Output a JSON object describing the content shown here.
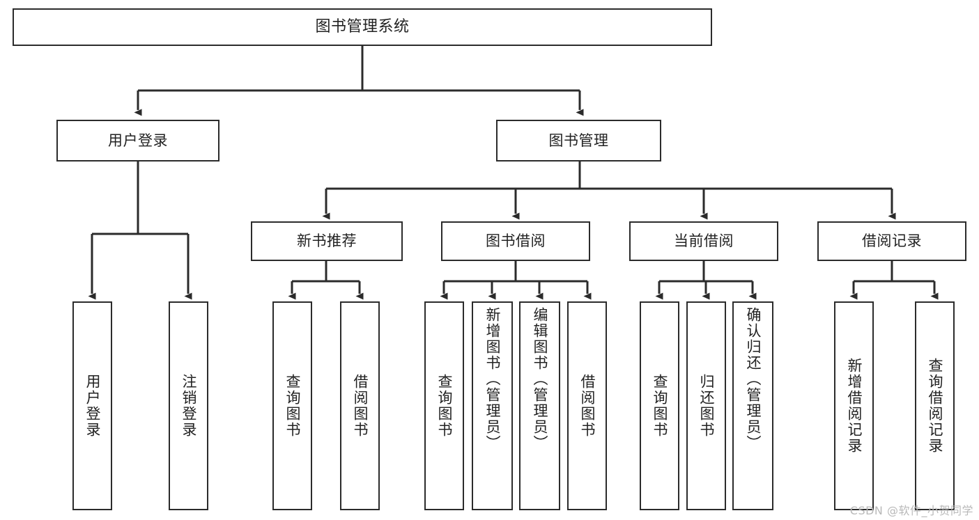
{
  "diagram": {
    "title": "图书管理系统",
    "type": "tree",
    "colors": {
      "box_border": "#2b2b2b",
      "box_fill": "#ffffff",
      "connector": "#2b2b2b",
      "text": "#222222",
      "watermark": "#b9b9b9",
      "background": "#ffffff"
    },
    "root": {
      "id": "root",
      "label": "图书管理系统"
    },
    "level2": [
      {
        "id": "user-login",
        "label": "用户登录"
      },
      {
        "id": "book-manage",
        "label": "图书管理"
      }
    ],
    "level3": [
      {
        "id": "new-book-recommend",
        "label": "新书推荐",
        "parent": "book-manage"
      },
      {
        "id": "book-borrow",
        "label": "图书借阅",
        "parent": "book-manage"
      },
      {
        "id": "current-borrow",
        "label": "当前借阅",
        "parent": "book-manage"
      },
      {
        "id": "borrow-record",
        "label": "借阅记录",
        "parent": "book-manage"
      }
    ],
    "leaves": {
      "user_login": [
        {
          "id": "leaf-user-login",
          "label": "用户登录"
        },
        {
          "id": "leaf-user-logout",
          "label": "注销登录"
        }
      ],
      "new_book_recommend": [
        {
          "id": "leaf-query-book-1",
          "label": "查询图书"
        },
        {
          "id": "leaf-borrow-book-1",
          "label": "借阅图书"
        }
      ],
      "book_borrow": [
        {
          "id": "leaf-query-book-2",
          "label": "查询图书"
        },
        {
          "id": "leaf-add-book",
          "label": "新增图书（管理员）"
        },
        {
          "id": "leaf-edit-book",
          "label": "编辑图书（管理员）"
        },
        {
          "id": "leaf-borrow-book-2",
          "label": "借阅图书"
        }
      ],
      "current_borrow": [
        {
          "id": "leaf-query-book-3",
          "label": "查询图书"
        },
        {
          "id": "leaf-return-book",
          "label": "归还图书"
        },
        {
          "id": "leaf-confirm-return",
          "label": "确认归还（管理员）"
        }
      ],
      "borrow_record": [
        {
          "id": "leaf-add-borrow-record",
          "label": "新增借阅记录"
        },
        {
          "id": "leaf-query-borrow-record",
          "label": "查询借阅记录"
        }
      ]
    }
  },
  "watermark": {
    "text": "CSDN @软件_小贺同学"
  }
}
